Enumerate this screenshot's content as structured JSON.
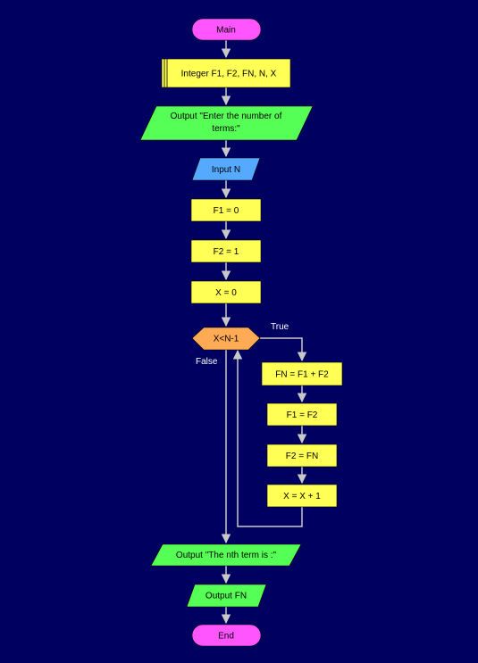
{
  "flowchart": {
    "start": "Main",
    "declare": "Integer F1, F2, FN, N, X",
    "output_prompt_line1": "Output \"Enter the number of",
    "output_prompt_line2": "terms:\"",
    "input_n": "Input N",
    "assign_f1": "F1 = 0",
    "assign_f2": "F2 = 1",
    "assign_x": "X = 0",
    "loop_condition": "X<N-1",
    "true_label": "True",
    "false_label": "False",
    "calc_fn": "FN = F1 + F2",
    "shift_f1": "F1 = F2",
    "shift_f2": "F2 = FN",
    "increment_x": "X = X + 1",
    "output_result": "Output \"The nth term is :\"",
    "output_fn": "Output FN",
    "end": "End"
  },
  "colors": {
    "background": "#000060",
    "terminal": "#ff55ff",
    "process": "#ffff55",
    "io_output": "#55ff55",
    "io_input": "#55aaff",
    "decision": "#ffaa55",
    "connector": "#c8c8c8"
  }
}
